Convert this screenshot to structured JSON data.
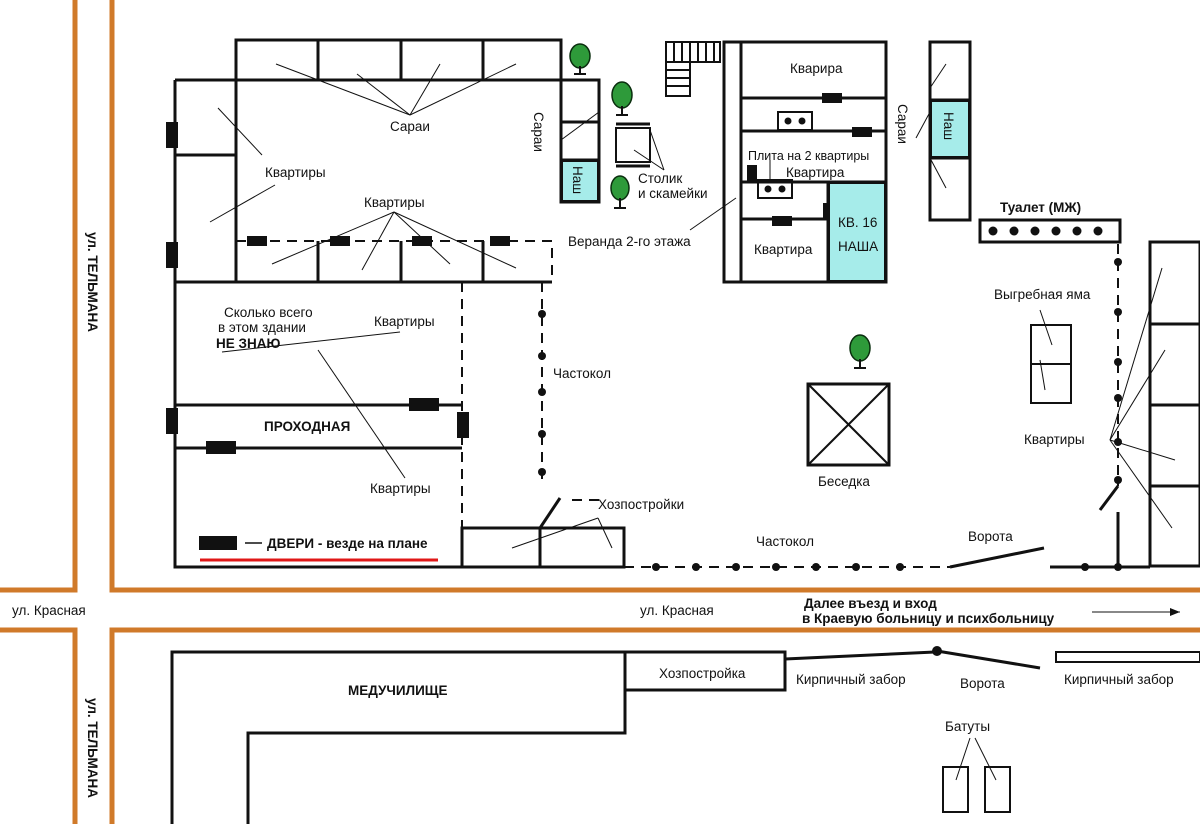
{
  "streets": {
    "telmana_top": "ул. ТЕЛЬМАНА",
    "telmana_bottom": "ул. ТЕЛЬМАНА",
    "krasnaya_left": "ул. Красная",
    "krasnaya_center": "ул. Красная"
  },
  "direction_note": {
    "line1": "Далее въезд и вход",
    "line2": "в Краевую больницу и психбольницу"
  },
  "labels": {
    "sarai_top": "Сараи",
    "sarai_left": "Сараи",
    "sarai_right": "Сараи",
    "nash_left": "Наш",
    "nash_right": "Наш",
    "kvartiry_nw": "Квартиры",
    "kvartiry_mid": "Квартиры",
    "kvartiry_left1": "Квартиры",
    "kvartiry_left2": "Квартиры",
    "kvartiry_right": "Квартиры",
    "stolik_line1": "Столик",
    "stolik_line2": "и скамейки",
    "veranda": "Веранда 2-го этажа",
    "kvarira": "Кварира",
    "plita": "Плита на 2 квартиры",
    "kvartira_a": "Квартира",
    "kvartira_b": "Квартира",
    "kv16_line1": "КВ. 16",
    "kv16_line2": "НАША",
    "tualet": "Туалет (МЖ)",
    "vygrebnaya": "Выгребная яма",
    "skolko_1": "Сколько всего",
    "skolko_2": "в этом здании",
    "skolko_3": "НЕ ЗНАЮ",
    "prohodnaya": "ПРОХОДНАЯ",
    "chastokol_vert": "Частокол",
    "chastokol_bottom": "Частокол",
    "besedka": "Беседка",
    "hozpostroyki": "Хозпостройки",
    "vorota_top": "Ворота",
    "dveri": "ДВЕРИ - везде на плане",
    "meduchilishe": "МЕДУЧИЛИЩЕ",
    "hozpostroyka": "Хозпостройка",
    "kirp_zabor_1": "Кирпичный забор",
    "kirp_zabor_2": "Кирпичный забор",
    "vorota_bottom": "Ворота",
    "batuty": "Батуты"
  },
  "colors": {
    "road": "#d07a2a",
    "ours_fill": "#a6ecea",
    "legend_underline": "#e01818",
    "tree": "#2e9a3a"
  }
}
